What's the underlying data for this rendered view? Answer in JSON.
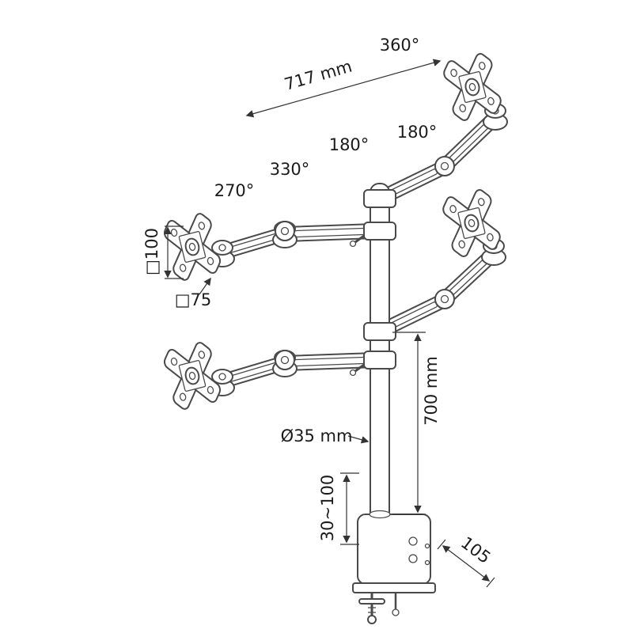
{
  "diagram": {
    "labels": {
      "rotation_full": "360°",
      "arm_reach": "717 mm",
      "rotation_arm_right": "180°",
      "rotation_arm_left": "180°",
      "rotation_mid_joint": "330°",
      "rotation_head_joint": "270°",
      "vesa_square_100": "□100",
      "vesa_square_75": "□75",
      "pole_diameter": "Ø35 mm",
      "pole_height": "700 mm",
      "clamp_range": "30~100",
      "clamp_depth": "105"
    }
  },
  "colors": {
    "background": "#ffffff",
    "line_art": "#4a4a4a",
    "dimension_lines": "#333333",
    "label_text": "#1b1b1b"
  }
}
